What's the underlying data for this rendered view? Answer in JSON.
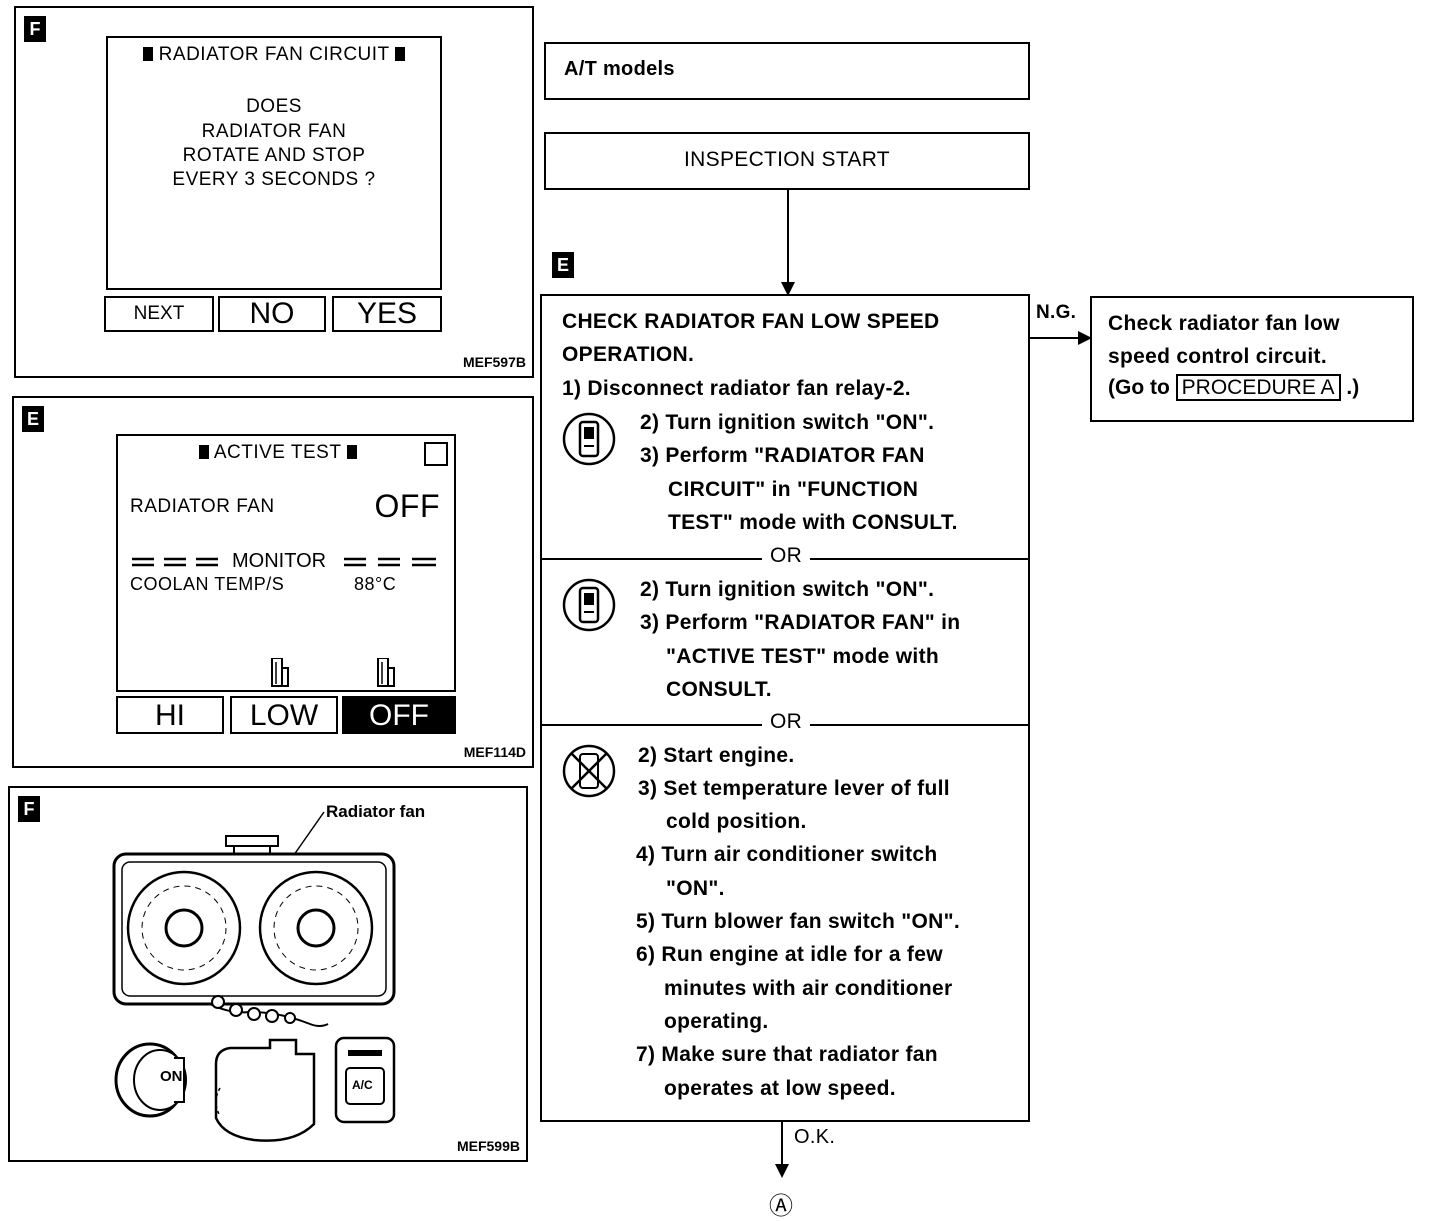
{
  "panel1": {
    "tag": "F",
    "screen_title": "RADIATOR FAN CIRCUIT",
    "question": [
      "DOES",
      "RADIATOR FAN",
      "ROTATE AND STOP",
      "EVERY 3 SECONDS ?"
    ],
    "buttons": [
      "NEXT",
      "NO",
      "YES"
    ],
    "ref": "MEF597B"
  },
  "panel2": {
    "tag": "E",
    "screen_title": "ACTIVE TEST",
    "item_label": "RADIATOR FAN",
    "item_value": "OFF",
    "monitor_label": "MONITOR",
    "monitor_item": "COOLAN TEMP/S",
    "monitor_value": "88°C",
    "buttons": [
      "HI",
      "LOW",
      "OFF"
    ],
    "ref": "MEF114D"
  },
  "panel3": {
    "tag": "F",
    "callout": "Radiator fan",
    "key_label": "ON",
    "ac_label": "A/C",
    "ref": "MEF599B"
  },
  "flow": {
    "model_box": "A/T models",
    "start_box": "INSPECTION START",
    "step_tag": "E",
    "main_box": {
      "title": [
        "CHECK RADIATOR FAN LOW SPEED",
        "OPERATION."
      ],
      "step1": "1) Disconnect radiator fan relay-2.",
      "section_a": [
        "2) Turn ignition switch \"ON\".",
        "3) Perform \"RADIATOR FAN",
        "CIRCUIT\" in \"FUNCTION",
        "TEST\" mode with CONSULT."
      ],
      "or1": "OR",
      "section_b": [
        "2) Turn ignition switch \"ON\".",
        "3) Perform \"RADIATOR FAN\" in",
        "\"ACTIVE TEST\" mode with",
        "CONSULT."
      ],
      "or2": "OR",
      "section_c": [
        "2) Start engine.",
        "3) Set temperature lever of full",
        "cold position.",
        "4) Turn air conditioner switch",
        "\"ON\".",
        "5) Turn blower fan switch \"ON\".",
        "6) Run engine at idle for a few",
        "minutes with air conditioner",
        "operating.",
        "7) Make sure that radiator fan",
        "operates at low speed."
      ]
    },
    "ng_label": "N.G.",
    "ng_box": [
      "Check radiator fan low",
      "speed control circuit.",
      "(Go to",
      "PROCEDURE A",
      ".)"
    ],
    "ok_label": "O.K.",
    "connector": "Ⓐ"
  }
}
